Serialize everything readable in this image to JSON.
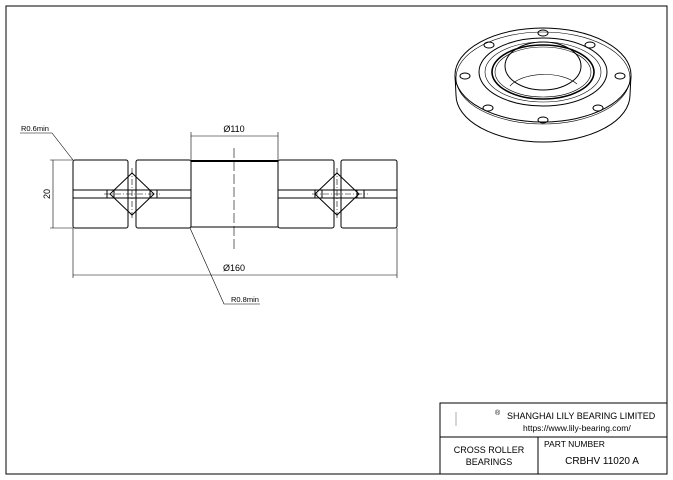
{
  "drawing": {
    "dimensions": {
      "bore": "Ø110",
      "outer": "Ø160",
      "width": "20",
      "radius_top": "R0.6min",
      "radius_bottom": "R0.8min"
    }
  },
  "title_block": {
    "registered_mark": "®",
    "company": "SHANGHAI LILY BEARING LIMITED",
    "website": "https://www.lily-bearing.com/",
    "category_line1": "CROSS ROLLER",
    "category_line2": "BEARINGS",
    "part_number_label": "PART  NUMBER",
    "part_number": "CRBHV 11020 A"
  },
  "colors": {
    "line": "#000000",
    "background": "#ffffff"
  }
}
